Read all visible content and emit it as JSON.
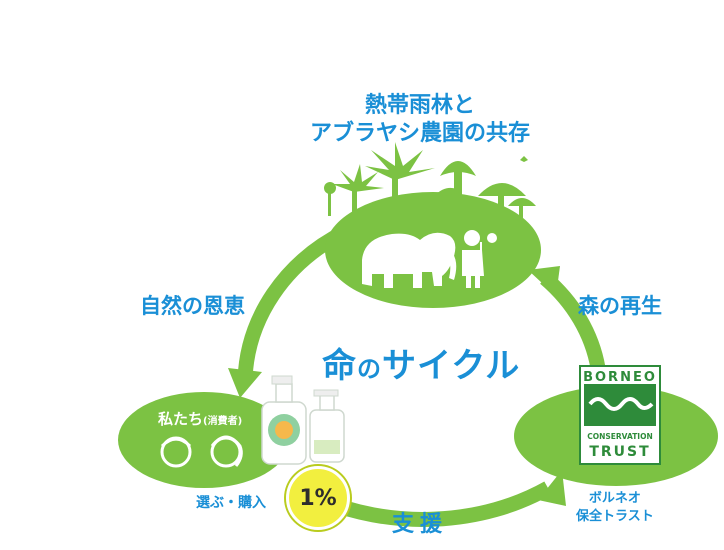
{
  "title_line1": "熱帯雨林と",
  "title_line2": "アブラヤシ農園の共存",
  "center_main": "命",
  "center_mid": "の",
  "center_end": "サイクル",
  "arrow_left_label": "自然の恩恵",
  "arrow_right_label": "森の再生",
  "arrow_bottom_label": "支援",
  "consumer_label": "私たち",
  "consumer_sub": "(消費者)",
  "buy_label": "選ぶ・購入",
  "percent_badge": "1%",
  "org_line1": "ボルネオ",
  "org_line2": "保全トラスト",
  "logo_top": "BORNEO",
  "logo_mid": "CONSERVATION",
  "logo_bottom": "TRUST",
  "colors": {
    "green": "#7cc243",
    "dark_green": "#5aa22c",
    "blue": "#1a8fd6",
    "yellow": "#f2ef3f"
  }
}
